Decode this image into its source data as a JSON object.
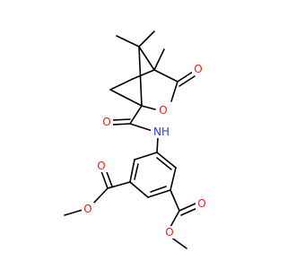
{
  "molecule": {
    "atoms": {
      "o_ketone": "O",
      "o_ring": "O",
      "n_amide": "H",
      "n_amide_symbol": "N",
      "o_amide": "O",
      "o_ester_left_carbonyl": "O",
      "o_ester_left_alkoxy": "O",
      "o_ester_right_carbonyl": "O",
      "o_ester_right_alkoxy": "O"
    }
  },
  "colors": {
    "bond": "#000000",
    "oxygen": "#e2231a",
    "nitrogen": "#2b3fd6",
    "background": "#ffffff"
  }
}
